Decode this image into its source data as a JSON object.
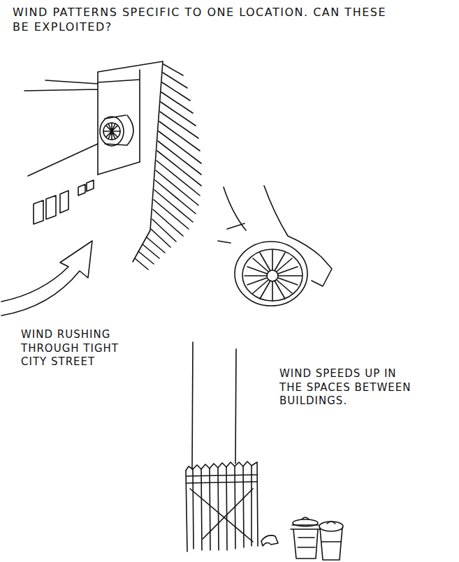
{
  "diagram": {
    "title": "WIND PATTERNS SPECIFIC TO ONE LOCATION. CAN THESE BE EXPLOITED?",
    "labels": [
      "WIND RUSHING THROUGH TIGHT CITY STREET",
      "WIND SPEEDS UP IN THE SPACES BETWEEN BUILDINGS."
    ]
  }
}
